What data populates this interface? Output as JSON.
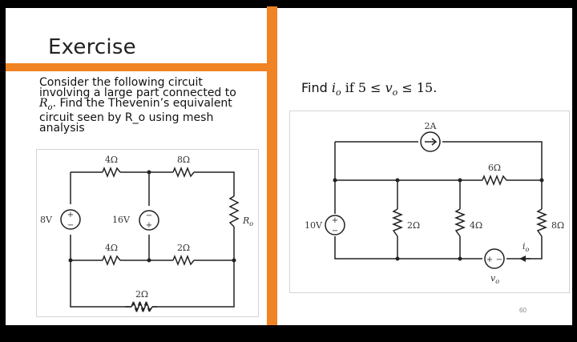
{
  "exercise": {
    "title": "Exercise",
    "body_line1": "Consider the following circuit",
    "body_line2": "involving a large part connected to",
    "r_symbol": "R",
    "r_sub": "o",
    "body_line3_rest": ". Find the Thevenin’s equivalent",
    "body_line4": "circuit seen by R_o using mesh",
    "body_line5": "analysis"
  },
  "task": {
    "prefix": "Find ",
    "i_symbol": "i",
    "i_sub": "o",
    "mid": " if 5 ≤ ",
    "v_symbol": "v",
    "v_sub": "o",
    "suffix": " ≤ 15."
  },
  "circuit_left": {
    "source_8v": "8V",
    "source_16v": "16V",
    "r_top_left": "4Ω",
    "r_top_right": "8Ω",
    "r_mid_left": "4Ω",
    "r_mid_right": "2Ω",
    "r_bottom": "2Ω",
    "r_load": "R",
    "r_load_sub": "o"
  },
  "circuit_right": {
    "source_current": "2A",
    "source_voltage": "10V",
    "r_top": "6Ω",
    "r_a": "2Ω",
    "r_b": "4Ω",
    "r_c": "8Ω",
    "current_label": "i",
    "current_sub": "o",
    "voltage_label": "v",
    "voltage_sub": "o"
  },
  "page_number": "60"
}
